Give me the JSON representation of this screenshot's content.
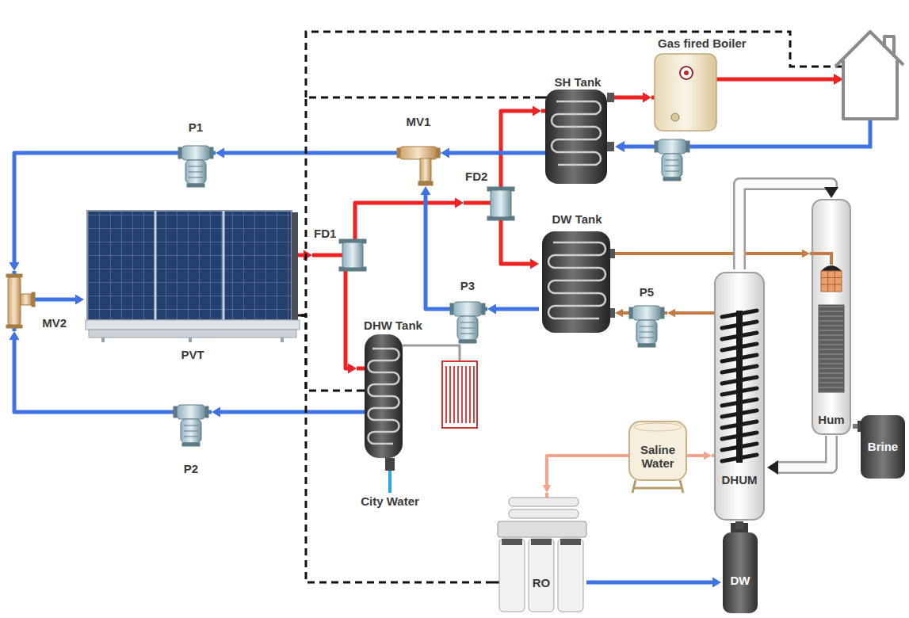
{
  "diagram": {
    "nodes": [
      {
        "text": [
          "Gas fired Boiler"
        ]
      },
      {
        "text": [
          "SH Tank"
        ]
      },
      {
        "text": [
          "P1"
        ]
      },
      {
        "text": [
          "MV1"
        ]
      },
      {
        "text": [
          "FD2"
        ]
      },
      {
        "text": [
          "DW Tank"
        ]
      },
      {
        "text": [
          "FD1"
        ]
      },
      {
        "text": [
          "MV2"
        ]
      },
      {
        "text": [
          "PVT"
        ]
      },
      {
        "text": [
          "P3"
        ]
      },
      {
        "text": [
          "P5"
        ]
      },
      {
        "text": [
          "DHW Tank"
        ]
      },
      {
        "text": [
          "Hum"
        ]
      },
      {
        "text": [
          "DHUM"
        ]
      },
      {
        "text": [
          "Brine"
        ]
      },
      {
        "text": [
          "P2"
        ]
      },
      {
        "text": [
          "Saline Water"
        ]
      },
      {
        "text": [
          "RO"
        ]
      },
      {
        "text": [
          "DW"
        ]
      }
    ],
    "edges": [
      {
        "from": 8,
        "to": 6,
        "arrow": "to"
      },
      {
        "from": 6,
        "to": 4,
        "arrow": "to"
      },
      {
        "from": 6,
        "to": 11,
        "arrow": "to"
      },
      {
        "from": 4,
        "to": 1,
        "arrow": "to"
      },
      {
        "from": 4,
        "to": 5,
        "arrow": "to"
      },
      {
        "from": 1,
        "to": 0,
        "arrow": "to"
      },
      {
        "from": 1,
        "to": 3,
        "arrow": "to"
      },
      {
        "from": 5,
        "to": 9,
        "arrow": "to"
      },
      {
        "from": 9,
        "to": 3,
        "arrow": "to"
      },
      {
        "from": 3,
        "to": 2,
        "arrow": "to"
      },
      {
        "from": 2,
        "to": 7,
        "arrow": "to"
      },
      {
        "from": 11,
        "to": 15,
        "arrow": "to"
      },
      {
        "from": 15,
        "to": 7,
        "arrow": "to"
      },
      {
        "from": 7,
        "to": 8,
        "arrow": "to"
      },
      {
        "from": 5,
        "to": 12,
        "arrow": "to"
      },
      {
        "from": 13,
        "to": 10,
        "arrow": "to"
      },
      {
        "from": 10,
        "to": 5,
        "arrow": "to"
      },
      {
        "from": 13,
        "to": 12,
        "arrow": "to"
      },
      {
        "from": 12,
        "to": 13,
        "arrow": "to"
      },
      {
        "from": 12,
        "to": 14,
        "arrow": "none"
      },
      {
        "from": 16,
        "to": 13,
        "arrow": "to"
      },
      {
        "from": 16,
        "to": 17,
        "arrow": "to"
      },
      {
        "from": 17,
        "to": 18,
        "arrow": "to"
      },
      {
        "from": 13,
        "to": 18,
        "arrow": "none"
      },
      {
        "from": 8,
        "to": 1,
        "arrow": "none"
      },
      {
        "from": 8,
        "to": 11,
        "arrow": "none"
      },
      {
        "from": 8,
        "to": 17,
        "arrow": "none"
      }
    ],
    "labels": [
      "City Water"
    ]
  }
}
